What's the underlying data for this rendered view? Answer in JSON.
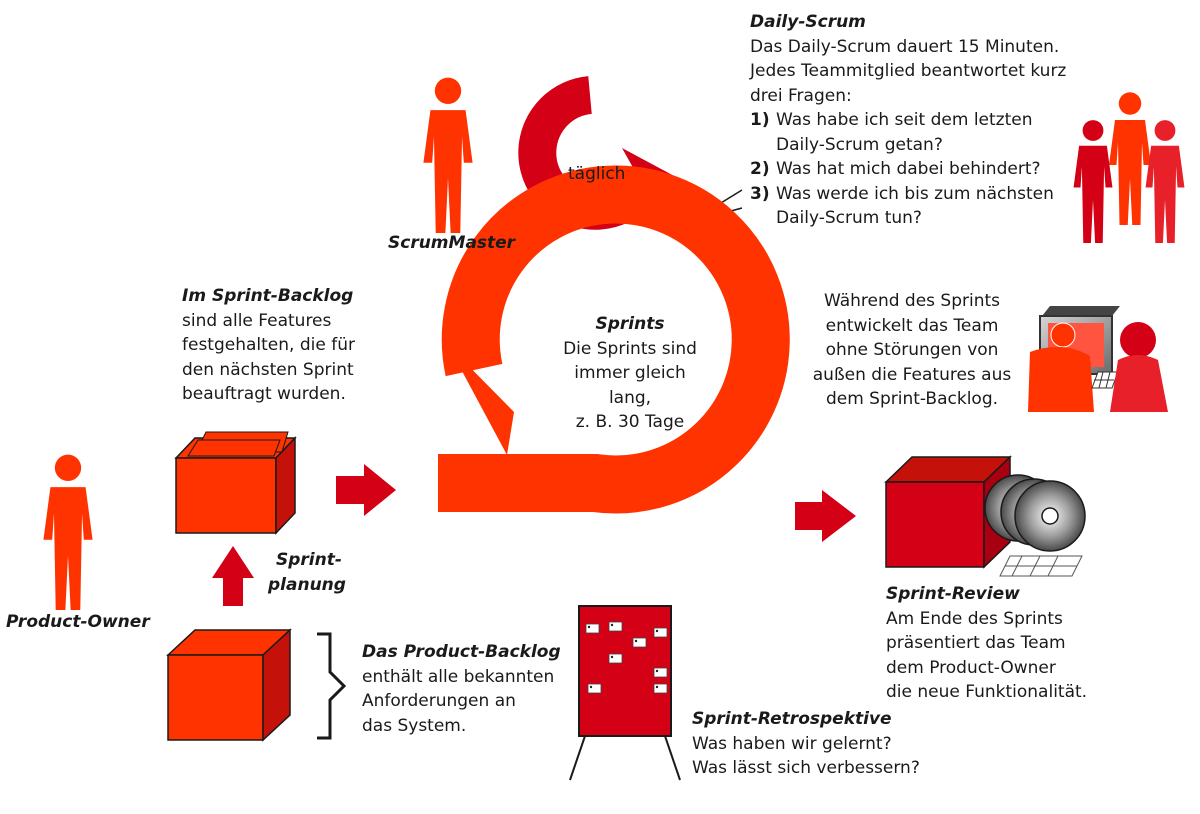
{
  "colors": {
    "red": "#ff3300",
    "dark_red": "#d40016",
    "crimson": "#e8202a",
    "text": "#1a1a1a"
  },
  "icons": [
    "scrummaster-figure",
    "product-owner-figure",
    "team-figures",
    "daily-scrum-loop-arrow",
    "sprint-loop-arrow",
    "sprint-backlog-box",
    "product-backlog-box",
    "review-box",
    "disc-icons",
    "retrospective-board",
    "developer-screen",
    "step-arrow"
  ],
  "daily_scrum": {
    "title": "Daily-Scrum",
    "lines": [
      "Das Daily-Scrum dauert 15 Minuten.",
      "Jedes Teammitglied beantwortet kurz",
      "drei Fragen:"
    ],
    "questions": [
      {
        "num": "1)",
        "line1": "Was habe ich seit dem letzten",
        "line2": "Daily-Scrum getan?"
      },
      {
        "num": "2)",
        "line1": "Was hat mich dabei behindert?",
        "line2": ""
      },
      {
        "num": "3)",
        "line1": "Was werde ich bis zum nächsten",
        "line2": "Daily-Scrum tun?"
      }
    ]
  },
  "loop_label": "täglich",
  "scrummaster_label": "ScrumMaster",
  "product_owner_label": "Product-Owner",
  "sprint_backlog": {
    "title": "Im Sprint-Backlog",
    "lines": [
      "sind alle Features",
      "festgehalten, die für",
      "den nächsten Sprint",
      "beauftragt wurden."
    ]
  },
  "sprints": {
    "title": "Sprints",
    "lines": [
      "Die Sprints sind",
      "immer gleich",
      "lang,",
      "z. B. 30 Tage"
    ]
  },
  "during_sprint": {
    "lines": [
      "Während des Sprints",
      "entwickelt das Team",
      "ohne Störungen von",
      "außen die Features aus",
      "dem Sprint-Backlog."
    ]
  },
  "sprint_planung": {
    "line1": "Sprint-",
    "line2": "planung"
  },
  "product_backlog": {
    "title": "Das Product-Backlog",
    "lines": [
      "enthält alle bekannten",
      "Anforderungen an",
      "das System."
    ]
  },
  "sprint_review": {
    "title": "Sprint-Review",
    "lines": [
      "Am Ende des Sprints",
      "präsentiert das Team",
      "dem Product-Owner",
      "die neue Funktionalität."
    ]
  },
  "retrospektive": {
    "title": "Sprint-Retrospektive",
    "lines": [
      "Was haben wir gelernt?",
      "Was lässt sich verbessern?"
    ]
  }
}
